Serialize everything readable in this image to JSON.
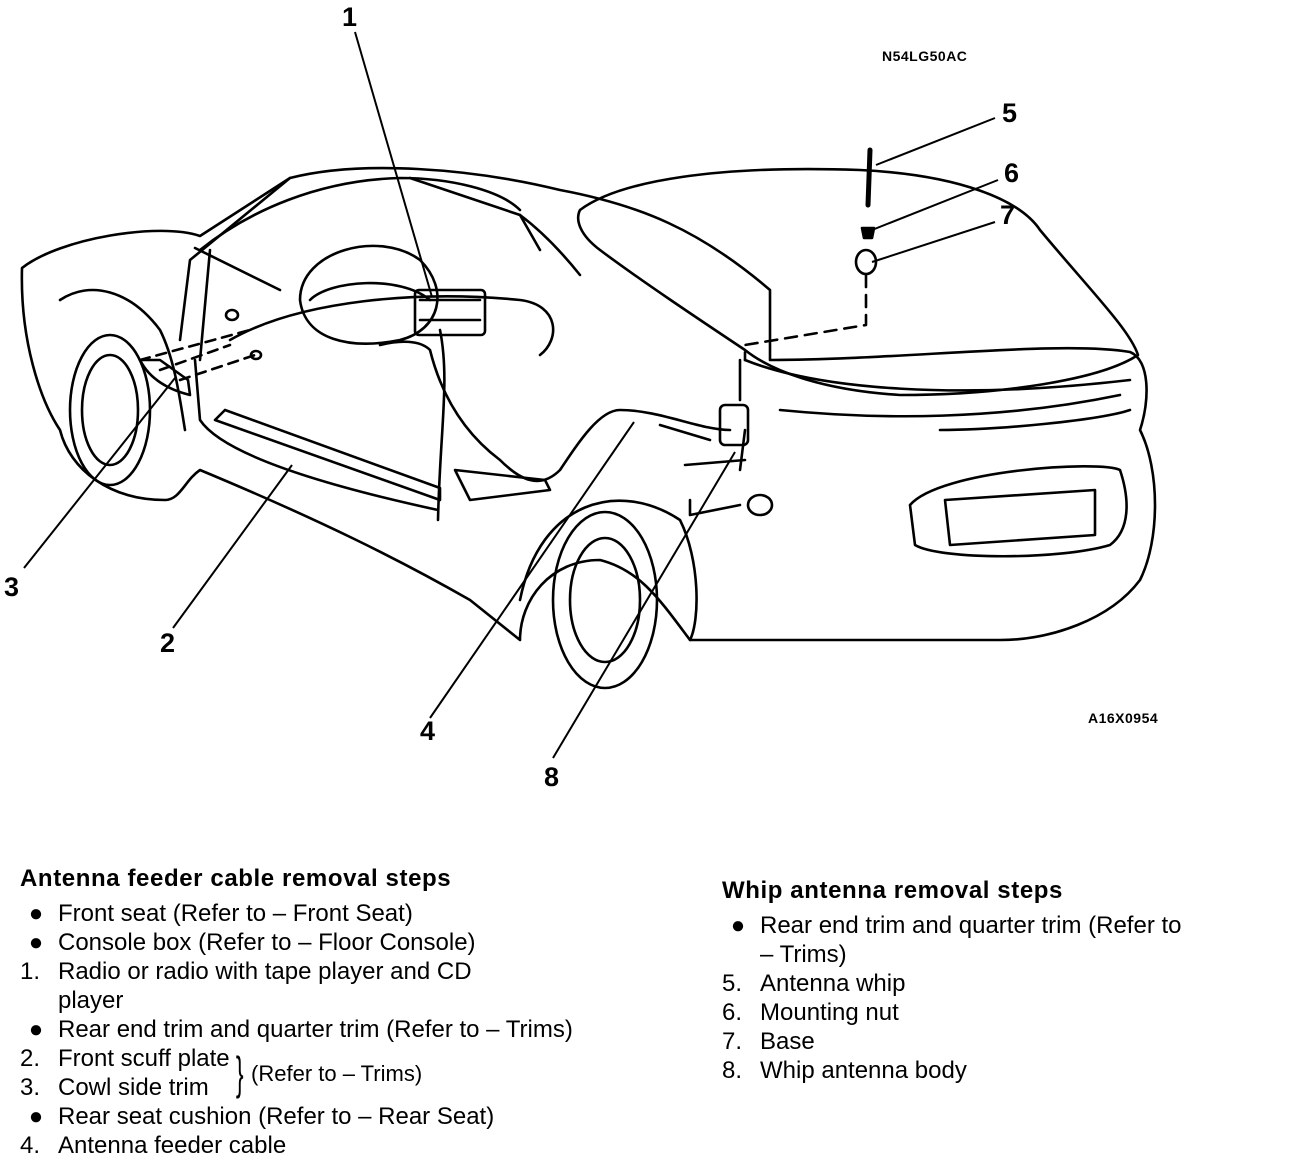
{
  "figure": {
    "doc_code": "N54LG50AC",
    "figure_code": "A16X0954",
    "callouts": [
      "1",
      "2",
      "3",
      "4",
      "5",
      "6",
      "7",
      "8"
    ]
  },
  "feeder": {
    "heading": "Antenna feeder cable removal steps",
    "items": [
      {
        "mark": "●",
        "text": "Front seat (Refer to – Front Seat)"
      },
      {
        "mark": "●",
        "text": "Console box (Refer to – Floor Console)"
      },
      {
        "mark": "1.",
        "text": "Radio or radio with tape player and CD",
        "text2": "player"
      },
      {
        "mark": "●",
        "text": "Rear end trim and quarter trim (Refer to – Trims)"
      }
    ],
    "group": {
      "items": [
        {
          "mark": "2.",
          "text": "Front scuff plate"
        },
        {
          "mark": "3.",
          "text": "Cowl side trim"
        }
      ],
      "refer": "(Refer to – Trims)"
    },
    "items_after": [
      {
        "mark": "●",
        "text": "Rear seat cushion  (Refer to –  Rear Seat)"
      },
      {
        "mark": "4.",
        "text": "Antenna feeder cable"
      }
    ]
  },
  "whip": {
    "heading": "Whip antenna removal steps",
    "items": [
      {
        "mark": "●",
        "text": "Rear end trim and quarter trim (Refer to",
        "text2": "– Trims)"
      },
      {
        "mark": "5.",
        "text": "Antenna whip"
      },
      {
        "mark": "6.",
        "text": "Mounting nut"
      },
      {
        "mark": "7.",
        "text": "Base"
      },
      {
        "mark": "8.",
        "text": "Whip antenna body"
      }
    ]
  }
}
